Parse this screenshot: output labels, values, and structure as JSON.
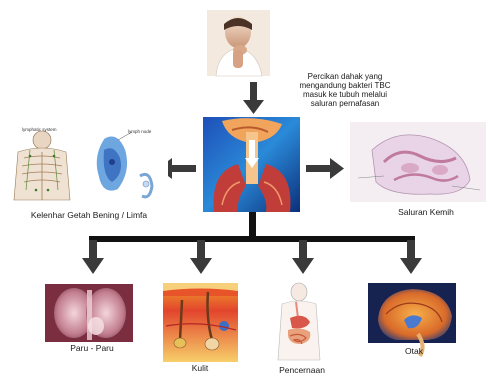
{
  "top_caption": "Percikan dahak yang mengandung bakteri TBC masuk ke tubuh melalui saluran pernafasan",
  "nodes": {
    "lymph": {
      "label": "Kelenhar Getah Bening / Limfa",
      "inset_label_1": "lymphatic system",
      "inset_label_2": "lymph node"
    },
    "urinary": {
      "label": "Saluran Kemih"
    },
    "lung": {
      "label": "Paru - Paru"
    },
    "skin": {
      "label": "Kulit"
    },
    "digestion": {
      "label": "Pencernaan"
    },
    "brain": {
      "label": "Otak"
    }
  },
  "colors": {
    "arrow": "#3a3a3a",
    "connector": "#111111",
    "text": "#1a1a1a"
  },
  "icons": {
    "top": "coughing-person-photo",
    "center": "respiratory-tract-illustration",
    "lymph": "lymphatic-system-illustration",
    "urinary": "urinary-tract-illustration",
    "lung": "lung-xray-image",
    "skin": "skin-cross-section-illustration",
    "digestion": "digestive-system-illustration",
    "brain": "brain-cross-section-illustration"
  }
}
